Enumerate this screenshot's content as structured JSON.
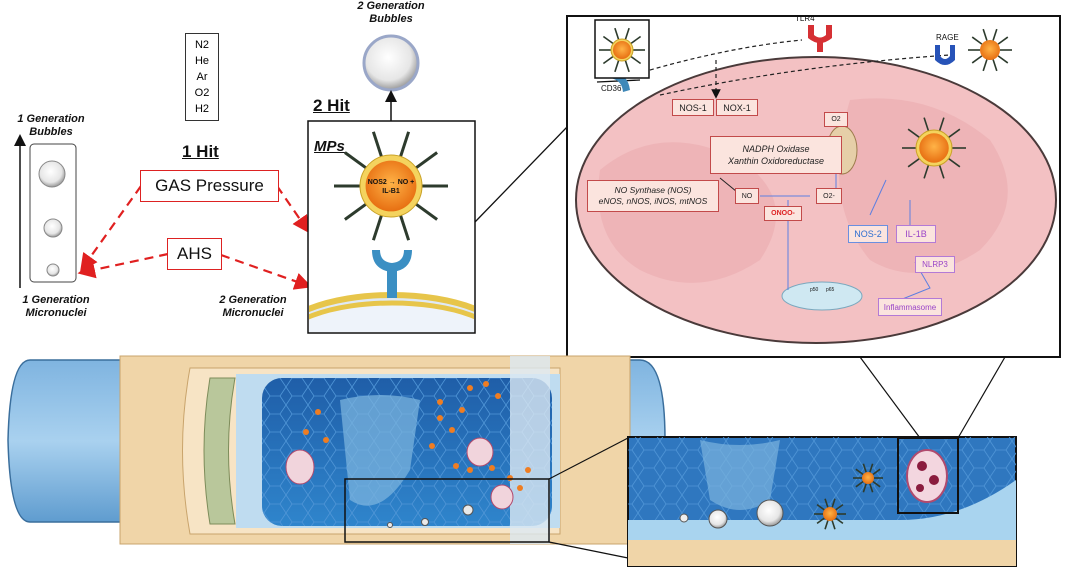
{
  "gases": [
    "N2",
    "He",
    "Ar",
    "O2",
    "H2"
  ],
  "left": {
    "gen1_bubbles": "1 Generation Bubbles",
    "gen1_micronuclei": "1 Generation Micronuclei",
    "gen2_micronuclei": "2 Generation Micronuclei",
    "hit1": "1 Hit",
    "gas_pressure": "GAS Pressure",
    "ahs": "AHS"
  },
  "middle": {
    "gen2_bubbles": "2 Generation Bubbles",
    "hit2": "2 Hit",
    "mps": "MPs",
    "mp_core": "NOS2 → NO + IL-B1"
  },
  "cell": {
    "tlr4": "TLR4",
    "rage": "RAGE",
    "cd36": "CD36",
    "nos1": "NOS-1",
    "nox1": "NOX-1",
    "o2_top": "O2",
    "nadph": "NADPH Oxidase\nXanthin Oxidoreductase",
    "nos_synthase": "NO Synthase (NOS)\neNOS, nNOS, iNOS, mtNOS",
    "no": "NO",
    "o2_minus": "O2-",
    "onoo": "ONOO-",
    "nos2": "NOS-2",
    "il1b": "IL-1B",
    "nlrp3": "NLRP3",
    "inflammasome": "Inflammasome",
    "p50": "p50",
    "p65": "p65"
  },
  "colors": {
    "dash_red": "#e02020",
    "cell_pink": "#f3c1c3",
    "vessel_blue": "#2f7fc4",
    "orange_dot": "#ef7d22",
    "purple": "#9a45c8",
    "blue_label": "#2e6fd0"
  }
}
